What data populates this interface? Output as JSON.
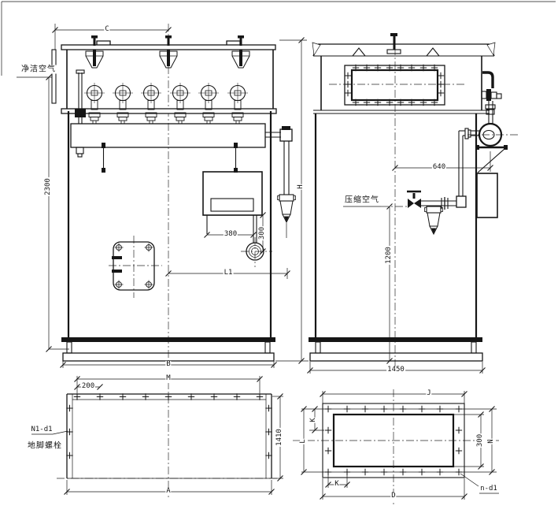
{
  "style": {
    "line_color": "#161616",
    "background_color": "#ffffff"
  },
  "front_view": {
    "dim_width_c": "C",
    "label_clean_air": "净洁空气",
    "dim_height_2300": "2300",
    "dim_box_width_380": "380",
    "dim_box_height_300": "300",
    "dim_l1": "L1",
    "dim_base_width_b": "B",
    "dim_total_height_h": "H"
  },
  "side_view": {
    "label_compressed_air": "压缩空气",
    "dim_blower_offset_640": "640",
    "dim_inlet_height_1200": "1200",
    "dim_base_depth_1450": "1450"
  },
  "base_plan": {
    "dim_bolt_span_m": "M",
    "dim_bolt_pitch_200": "200",
    "dim_depth_1410": "1410",
    "dim_width_a": "A",
    "anchor_bolt_code": "N1-d1",
    "anchor_bolt_text": "地脚螺栓"
  },
  "flange_plan": {
    "dim_j": "J",
    "dim_k_vertical": "K",
    "dim_l": "L",
    "dim_opening_height_300": "300",
    "dim_n": "N",
    "dim_d": "D",
    "dim_k_horizontal": "K",
    "hole_code": "n-d1"
  }
}
